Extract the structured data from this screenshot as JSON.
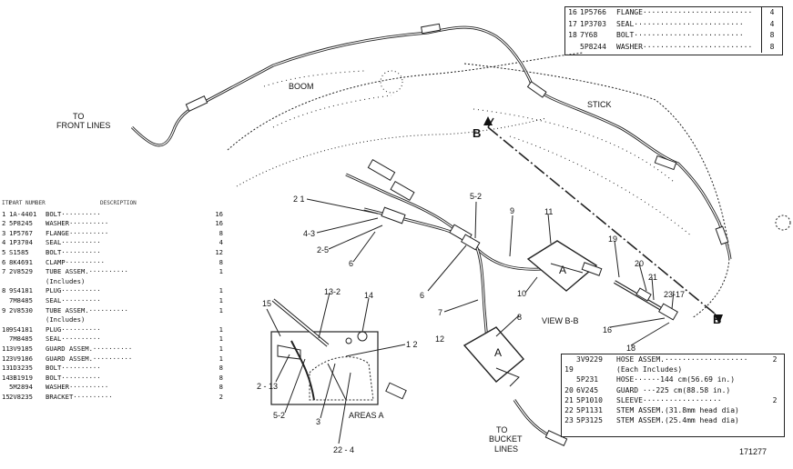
{
  "labels": {
    "boom": "BOOM",
    "stick": "STICK",
    "to_front_lines": [
      "TO",
      "FRONT LINES"
    ],
    "to_bucket_lines": [
      "TO",
      "BUCKET",
      "LINES"
    ],
    "section_b_top": "B",
    "section_b_bottom": "B",
    "view_bb": "VIEW B-B",
    "areas_a": "AREAS A",
    "a_top": "A",
    "a_bottom": "A",
    "drawing_number": "171277"
  },
  "callouts": [
    "2 1",
    "4-3",
    "2-5",
    "6",
    "5-2",
    "9",
    "11",
    "10",
    "6",
    "7",
    "8",
    "12",
    "19",
    "20",
    "21",
    "23-17",
    "16",
    "18",
    "15",
    "13-2",
    "14",
    "1 2",
    "2 - 13",
    "5-2",
    "3",
    "22 - 4"
  ],
  "parts_left": {
    "header": {
      "item": "ITE",
      "part": "PART NUMBER",
      "desc": "DESCRIPTION"
    },
    "rows": [
      {
        "item": "1",
        "part": "1A-4401",
        "desc": "BOLT··········",
        "qty": "16"
      },
      {
        "item": "2",
        "part": "5P8245",
        "desc": "WASHER··········",
        "qty": "16"
      },
      {
        "item": "3",
        "part": "1P5767",
        "desc": "FLANGE··········",
        "qty": "8"
      },
      {
        "item": "4",
        "part": "1P3704",
        "desc": "SEAL··········",
        "qty": "4"
      },
      {
        "item": "5",
        "part": "S1585",
        "desc": "BOLT··········",
        "qty": "12"
      },
      {
        "item": "6",
        "part": "8K4691",
        "desc": "CLAMP··········",
        "qty": "8"
      },
      {
        "item": "7",
        "part": "2V8529",
        "desc": "TUBE ASSEM.··········",
        "qty": "1"
      },
      {
        "item": "",
        "part": "",
        "desc": "(Includes)",
        "qty": ""
      },
      {
        "item": "8",
        "part": "9S4181",
        "desc": "PLUG··········",
        "qty": "1"
      },
      {
        "item": "",
        "part": "7M8485",
        "desc": "SEAL··········",
        "qty": "1"
      },
      {
        "item": "9",
        "part": "2V8530",
        "desc": "TUBE ASSEM.··········",
        "qty": "1"
      },
      {
        "item": "",
        "part": "",
        "desc": "(Includes)",
        "qty": ""
      },
      {
        "item": "10",
        "part": "9S4181",
        "desc": "PLUG··········",
        "qty": "1"
      },
      {
        "item": "",
        "part": "7M8485",
        "desc": "SEAL··········",
        "qty": "1"
      },
      {
        "item": "11",
        "part": "3V9185",
        "desc": "GUARD ASSEM.··········",
        "qty": "1"
      },
      {
        "item": "12",
        "part": "3V9186",
        "desc": "GUARD ASSEM.··········",
        "qty": "1"
      },
      {
        "item": "13",
        "part": "1D3235",
        "desc": "BOLT··········",
        "qty": "8"
      },
      {
        "item": "14",
        "part": "3B1919",
        "desc": "BOLT··········",
        "qty": "8"
      },
      {
        "item": "",
        "part": "5M2894",
        "desc": "WASHER··········",
        "qty": "8"
      },
      {
        "item": "15",
        "part": "2V8235",
        "desc": "BRACKET··········",
        "qty": "2"
      }
    ]
  },
  "parts_top_right": [
    {
      "item": "16",
      "part": "1P5766",
      "desc": "FLANGE·························",
      "qty": "4"
    },
    {
      "item": "17",
      "part": "1P3703",
      "desc": "SEAL·························",
      "qty": "4"
    },
    {
      "item": "18",
      "part": "7Y68",
      "desc": "BOLT·························",
      "qty": "8"
    },
    {
      "item": "",
      "part": "5P8244",
      "desc": "WASHER·························",
      "qty": "8"
    }
  ],
  "parts_bottom_right": [
    {
      "item": "",
      "part": "3V9229",
      "desc": "HOSE ASSEM.···················",
      "qty": "2"
    },
    {
      "item": "19",
      "part": "",
      "desc": "(Each Includes)",
      "qty": ""
    },
    {
      "item": "",
      "part": "5P231",
      "desc": "HOSE······144 cm(56.69 in.)",
      "qty": ""
    },
    {
      "item": "20",
      "part": "6V245",
      "desc": "GUARD ···225 cm(88.58 in.)",
      "qty": ""
    },
    {
      "item": "21",
      "part": "5P1010",
      "desc": "SLEEVE··················",
      "qty": "2"
    },
    {
      "item": "22",
      "part": "5P1131",
      "desc": "STEM ASSEM.(31.8mm head dia)",
      "qty": ""
    },
    {
      "item": "23",
      "part": "5P3125",
      "desc": "STEM ASSEM.(25.4mm head dia)",
      "qty": ""
    }
  ]
}
